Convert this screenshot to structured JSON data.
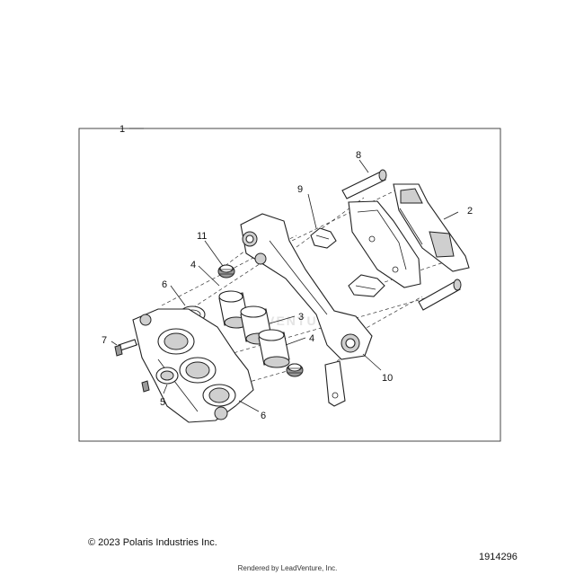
{
  "diagram": {
    "callouts": {
      "c1": "1",
      "c2": "2",
      "c3": "3",
      "c4a": "4",
      "c4b": "4",
      "c5": "5",
      "c6a": "6",
      "c6b": "6",
      "c7": "7",
      "c8": "8",
      "c9": "9",
      "c10": "10",
      "c11": "11"
    },
    "watermark": "LEADVENTURE"
  },
  "footer": {
    "copyright": "© 2023 Polaris Industries Inc.",
    "drawing_number": "1914296",
    "rendered_by": "Rendered by LeadVenture, Inc."
  }
}
